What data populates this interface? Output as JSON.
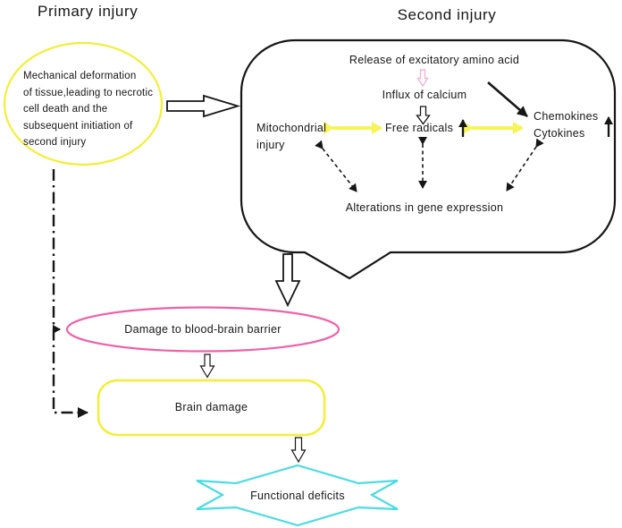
{
  "titles": {
    "primary": "Primary injury",
    "second": "Second injury"
  },
  "primary_ellipse": {
    "text": "Mechanical deformation\nof tissue,leading to necrotic\ncell death and the\nsubsequent initiation of\nsecond injury"
  },
  "bubble": {
    "release": "Release of excitatory amino acid",
    "influx": "Influx of calcium",
    "mitochondrial": "Mitochondrial\n injury",
    "free_radicals": "Free radicals",
    "chemokines": "Chemokines\nCytokines",
    "alterations": "Alterations in gene expression"
  },
  "nodes": {
    "blood_brain_barrier": "Damage to blood-brain barrier",
    "brain_damage": "Brain damage",
    "functional_deficits": "Functional deficits"
  },
  "colors": {
    "ink": "#161616",
    "yellow": "#f2ee39",
    "yellow_arrow": "#f7f457",
    "pink": "#ec62a8",
    "pink_light": "#efb5d5",
    "cyan": "#4cdbe2"
  }
}
